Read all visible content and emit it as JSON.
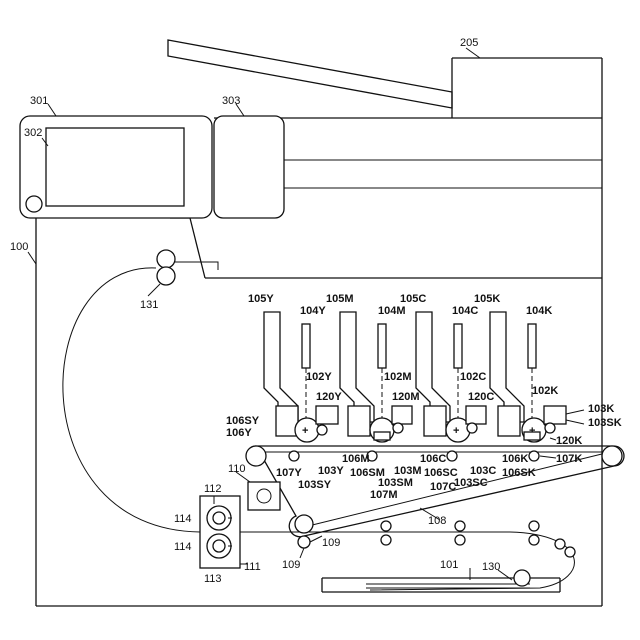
{
  "labels": {
    "scanner_cover": "205",
    "operation_panel": "301",
    "display": "302",
    "panel_unit": "303",
    "main_body": "100",
    "registration_rollers": "131",
    "feed_tray": "101",
    "paper_stack": "130",
    "transfer_belt": "108",
    "secondary_transfer": "109",
    "secondary_transfer_b": "109",
    "belt_cleaner": "110",
    "fixing_upper": "112",
    "fixing_lower": "113",
    "fixing_roller_upper": "114",
    "fixing_roller_lower": "114",
    "fixing_frame": "111"
  },
  "stations": [
    {
      "color": "Y",
      "toner": "105Y",
      "exposure": "104Y",
      "photoconductor": "102Y",
      "charger": "120Y",
      "developer": "106Y",
      "dev_sleeve": "106SY",
      "primary_transfer": "107Y",
      "cleaner": "103Y",
      "cleaner_sub": "103SY"
    },
    {
      "color": "M",
      "toner": "105M",
      "exposure": "104M",
      "photoconductor": "102M",
      "charger": "120M",
      "developer": "106M",
      "dev_sleeve": "106SM",
      "primary_transfer": "107M",
      "cleaner": "103M",
      "cleaner_sub": "103SM"
    },
    {
      "color": "C",
      "toner": "105C",
      "exposure": "104C",
      "photoconductor": "102C",
      "charger": "120C",
      "developer": "106C",
      "dev_sleeve": "106SC",
      "primary_transfer": "107C",
      "cleaner": "103C",
      "cleaner_sub": "103SC"
    },
    {
      "color": "K",
      "toner": "105K",
      "exposure": "104K",
      "photoconductor": "102K",
      "charger": "120K",
      "developer": "106K",
      "dev_sleeve": "106SK",
      "primary_transfer": "107K",
      "cleaner": "103K",
      "cleaner_sub": "103SK"
    }
  ]
}
